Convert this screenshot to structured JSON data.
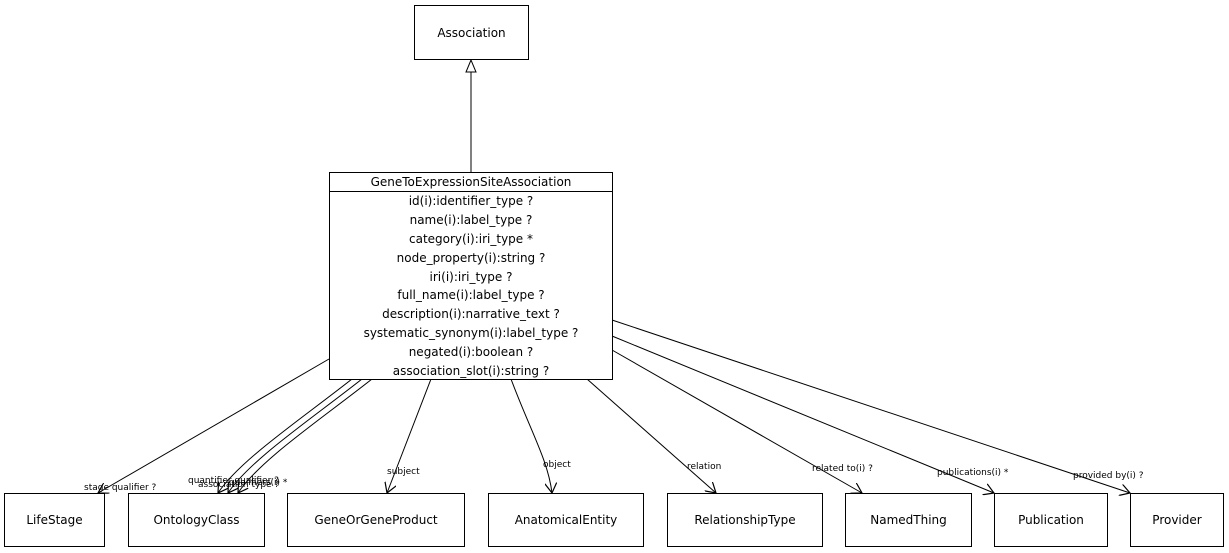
{
  "superclass": {
    "name": "Association"
  },
  "main_class": {
    "name": "GeneToExpressionSiteAssociation",
    "attributes": [
      "id(i):identifier_type ?",
      "name(i):label_type ?",
      "category(i):iri_type *",
      "node_property(i):string ?",
      "iri(i):iri_type ?",
      "full_name(i):label_type ?",
      "description(i):narrative_text ?",
      "systematic_synonym(i):label_type ?",
      "negated(i):boolean ?",
      "association_slot(i):string ?"
    ]
  },
  "targets": [
    {
      "name": "LifeStage"
    },
    {
      "name": "OntologyClass"
    },
    {
      "name": "GeneOrGeneProduct"
    },
    {
      "name": "AnatomicalEntity"
    },
    {
      "name": "RelationshipType"
    },
    {
      "name": "NamedThing"
    },
    {
      "name": "Publication"
    },
    {
      "name": "Provider"
    }
  ],
  "edges": [
    {
      "label": "stage qualifier ?",
      "target": "LifeStage"
    },
    {
      "label": "quantifier qualifier ?",
      "target": "OntologyClass"
    },
    {
      "label": "association type ?",
      "target": "OntologyClass"
    },
    {
      "label": "qualifiers(i) *",
      "target": "OntologyClass"
    },
    {
      "label": "subject",
      "target": "GeneOrGeneProduct"
    },
    {
      "label": "object",
      "target": "AnatomicalEntity"
    },
    {
      "label": "relation",
      "target": "RelationshipType"
    },
    {
      "label": "related to(i) ?",
      "target": "NamedThing"
    },
    {
      "label": "publications(i) *",
      "target": "Publication"
    },
    {
      "label": "provided by(i) ?",
      "target": "Provider"
    }
  ]
}
